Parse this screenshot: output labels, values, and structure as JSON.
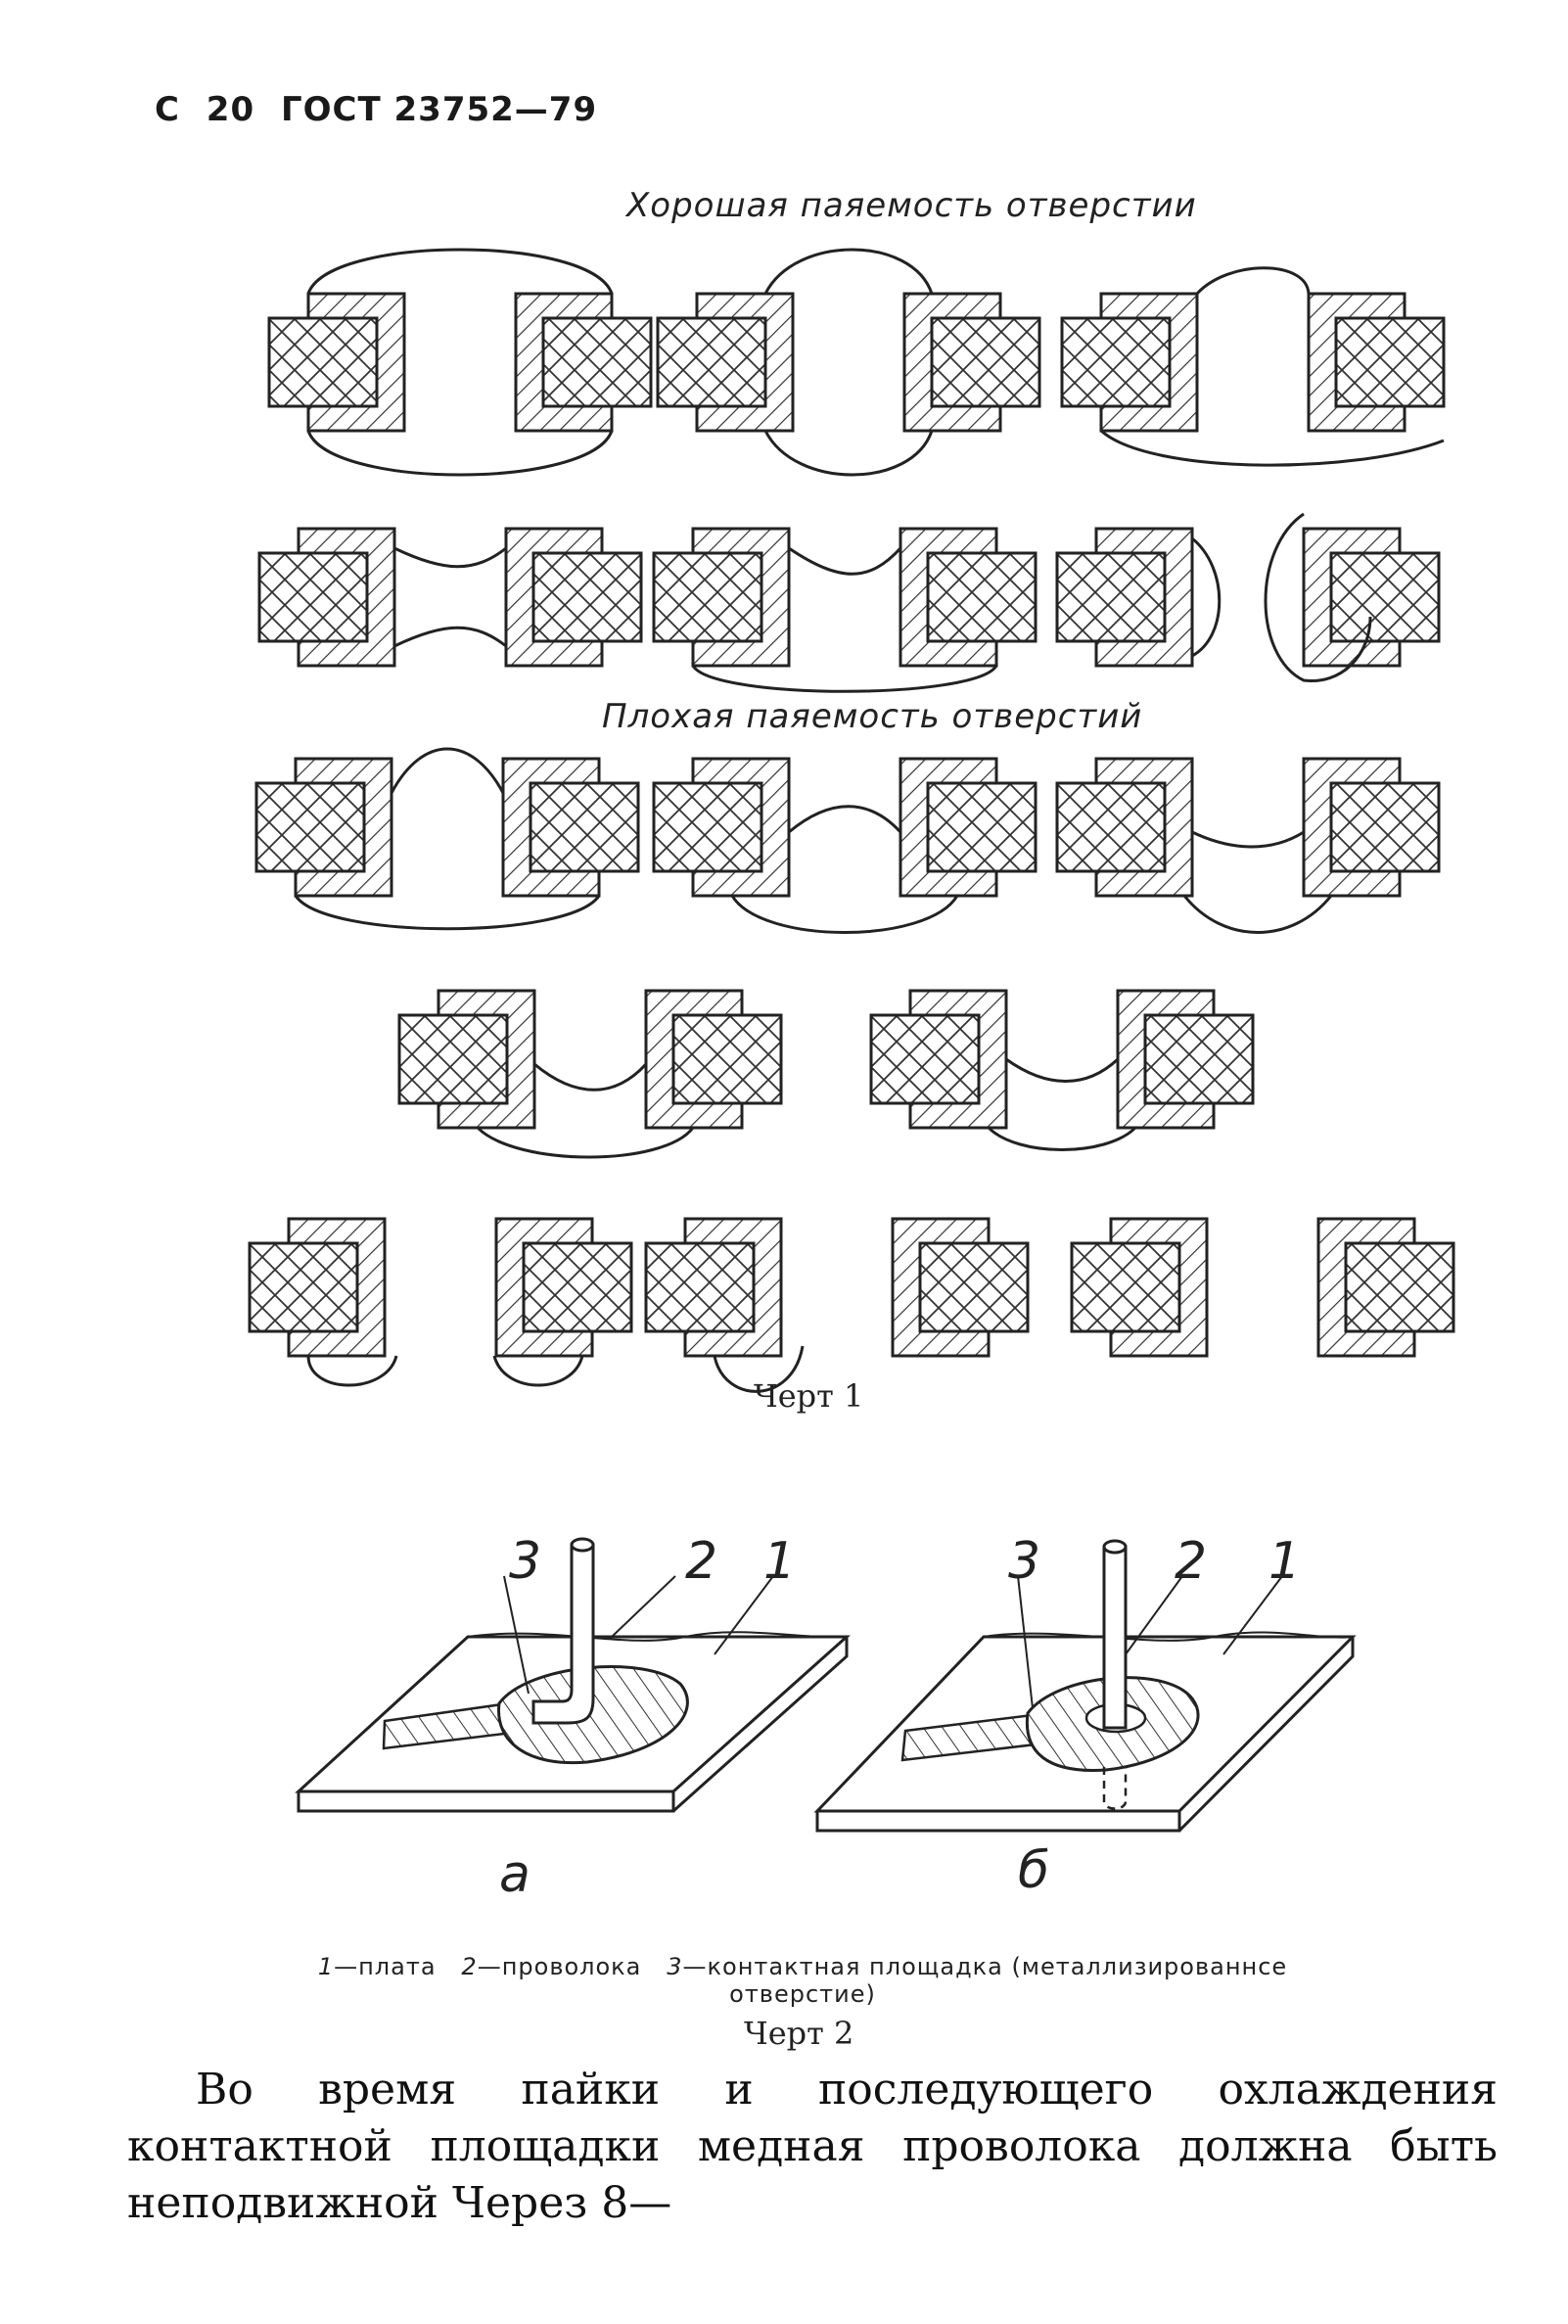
{
  "header": {
    "prefix": "С",
    "page_number": "20",
    "standard": "ГОСТ 23752—79"
  },
  "figure1": {
    "good_heading": "Хорошая паяемость отверстии",
    "bad_heading": "Плохая паяемость отверстий",
    "caption": "Черт 1"
  },
  "figure2": {
    "labels": {
      "a": "а",
      "b": "б",
      "n1": "1",
      "n2": "2",
      "n3": "3"
    },
    "legend_1": "1",
    "legend_1_text": "—плата",
    "legend_2": "2",
    "legend_2_text": "—проволока",
    "legend_3": "3",
    "legend_3_text": "—контактная площадка (металлизированнсе",
    "legend_line2": "отверстие)",
    "caption": "Черт 2"
  },
  "body": {
    "paragraph": "Во время пайки и последующего охлаждения контактной площадки медная проволока должна быть неподвижной Через 8—"
  }
}
